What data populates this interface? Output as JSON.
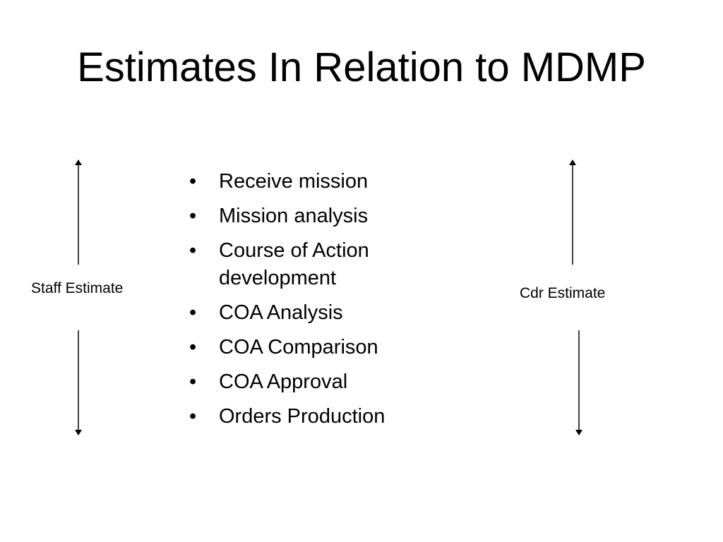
{
  "slide": {
    "title": "Estimates In Relation to MDMP",
    "steps": [
      "Receive mission",
      "Mission analysis",
      "Course of Action development",
      "COA Analysis",
      "COA Comparison",
      "COA Approval",
      "Orders Production"
    ],
    "bullet_glyph": "•",
    "left_label": "Staff Estimate",
    "right_label": "Cdr Estimate"
  }
}
